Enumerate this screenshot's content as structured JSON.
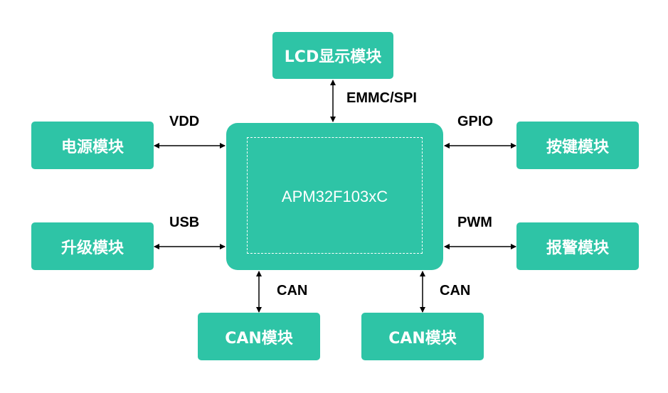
{
  "diagram": {
    "mcu": {
      "label": "APM32F103xC"
    },
    "modules": {
      "lcd": "LCD显示模块",
      "power": "电源模块",
      "upgrade": "升级模块",
      "key": "按键模块",
      "alarm": "报警模块",
      "can1": "CAN模块",
      "can2": "CAN模块"
    },
    "connections": {
      "lcd": "EMMC/SPI",
      "power": "VDD",
      "upgrade": "USB",
      "key": "GPIO",
      "alarm": "PWM",
      "can1": "CAN",
      "can2": "CAN"
    },
    "colors": {
      "module_fill": "#2ec4a6",
      "text_on_module": "#ffffff",
      "arrow": "#000000"
    }
  }
}
